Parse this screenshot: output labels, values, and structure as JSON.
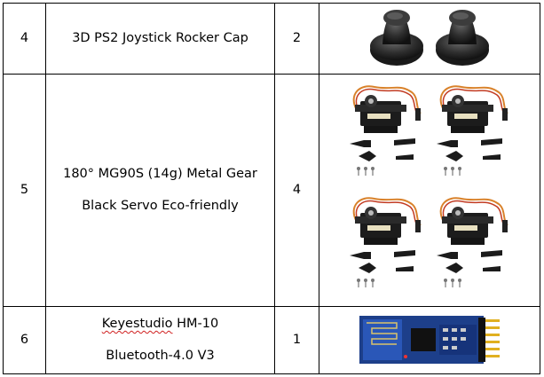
{
  "rows": [
    {
      "no": "4",
      "name": "3D PS2 Joystick Rocker Cap",
      "qty": "2",
      "picture": "joystick-caps-icon"
    },
    {
      "no": "5",
      "name_line1": "180° MG90S (14g) Metal Gear",
      "name_line2": "Black Servo Eco-friendly",
      "qty": "4",
      "picture": "servo-motors-icon"
    },
    {
      "no": "6",
      "name_line1": "Keyestudio",
      "name_line1b": " HM-10",
      "name_line2": "Bluetooth-4.0 V3",
      "qty": "1",
      "picture": "bluetooth-module-icon"
    }
  ]
}
